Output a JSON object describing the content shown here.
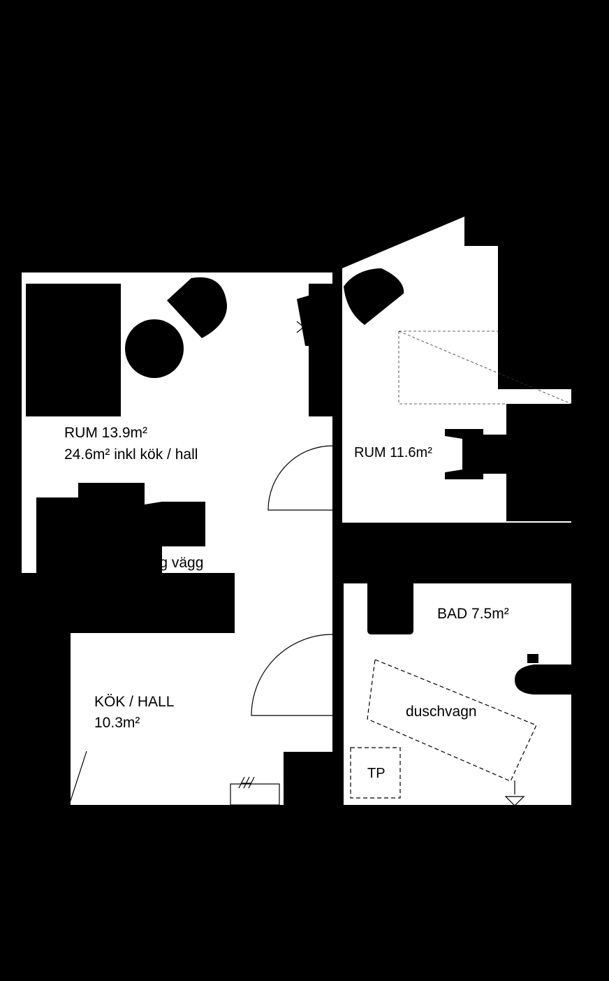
{
  "plan": {
    "background_color": "#000000",
    "floor_color": "#ffffff",
    "furniture_color": "#000000",
    "line_color": "#000000",
    "rooms": [
      {
        "id": "rum-large",
        "name": "RUM 13.9m²",
        "subtitle": "24.6m² inkl kök / hall"
      },
      {
        "id": "rum-small",
        "name": "RUM 11.6m²"
      },
      {
        "id": "kok-hall",
        "name": "KÖK / HALL",
        "subtitle": "10.3m²"
      },
      {
        "id": "bad",
        "name": "BAD 7.5m²"
      }
    ],
    "annotations": {
      "low_wall": "låg vägg",
      "shower_cart": "duschvagn",
      "tp": "TP"
    }
  }
}
